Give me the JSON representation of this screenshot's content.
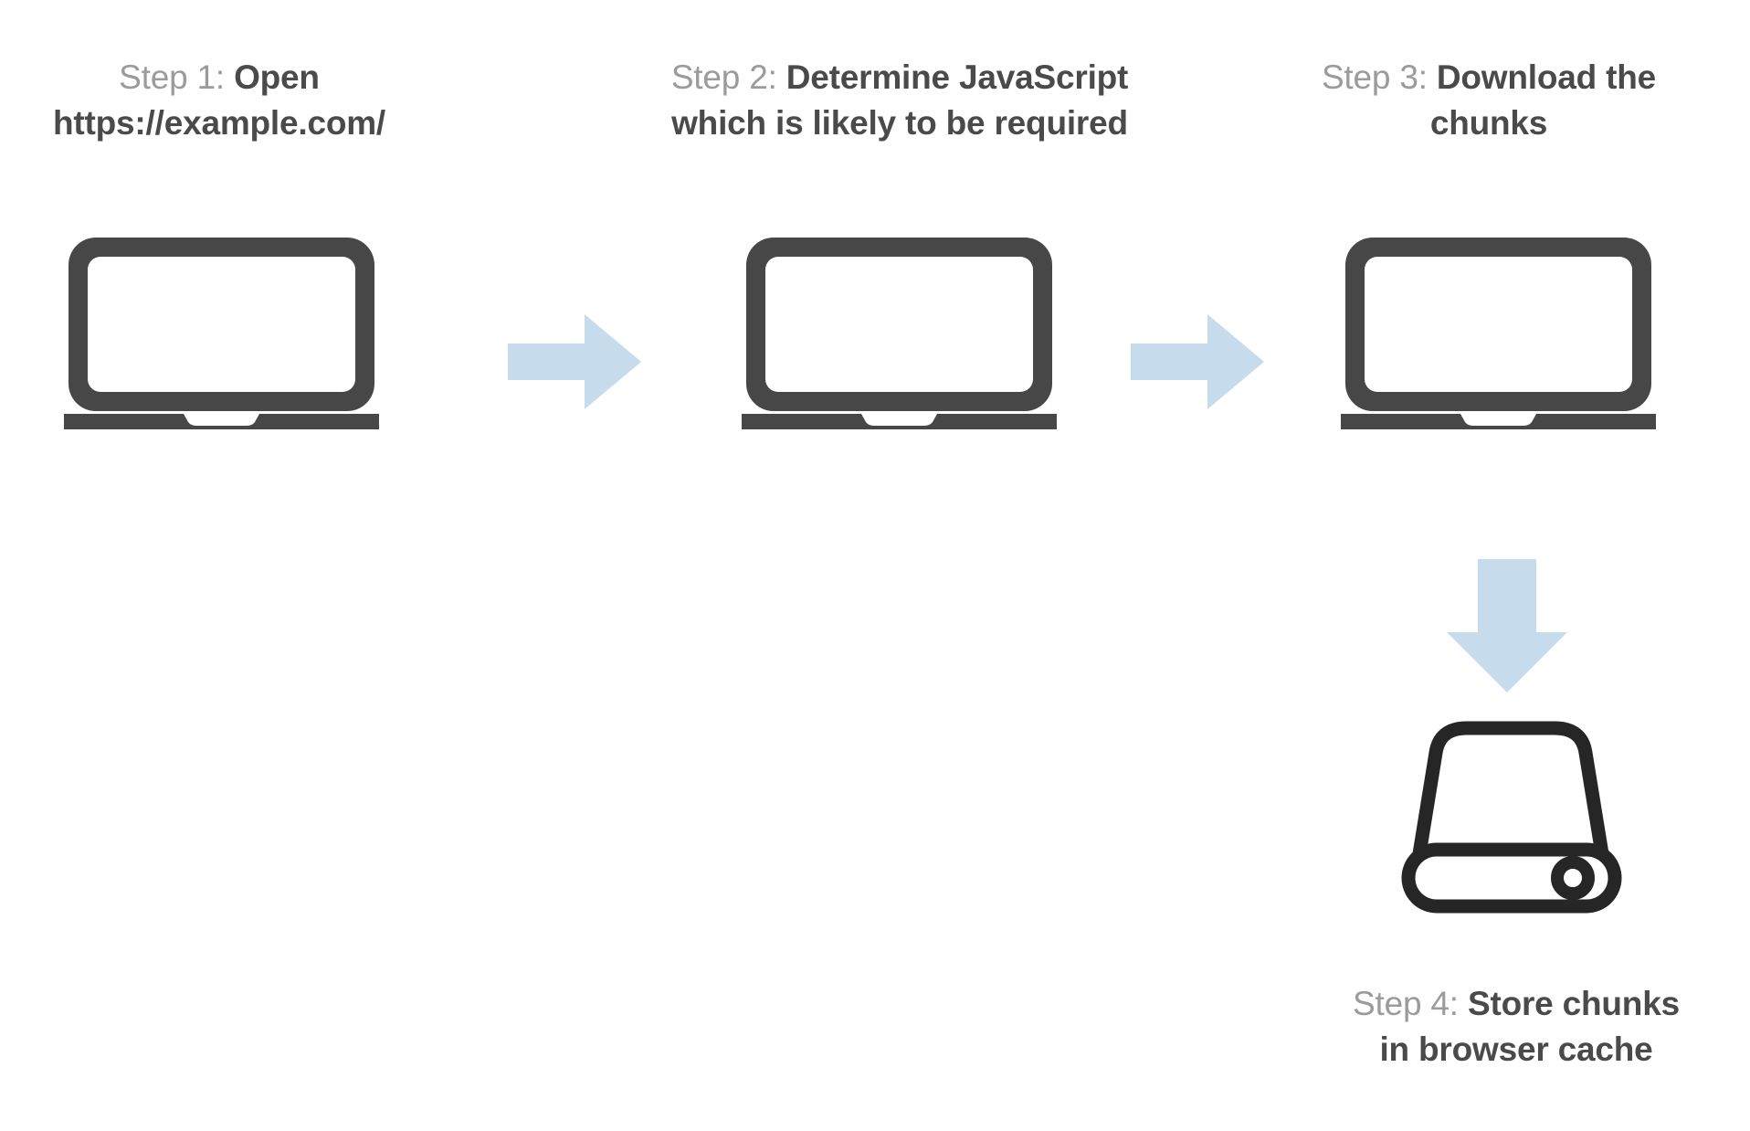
{
  "diagram": {
    "title_implied": "Browser chunk caching flow",
    "background_color": "#ffffff",
    "colors": {
      "step_label_gray": "#9b9b9b",
      "step_title_dark": "#4a4a4a",
      "laptop_body": "#474747",
      "laptop_screen": "#ffffff",
      "arrow_blue": "#c6dced",
      "drive_stroke": "#262626",
      "drive_fill": "#ffffff"
    }
  },
  "steps": [
    {
      "id": "step-1",
      "label": "Step 1: ",
      "title_line1": "Open",
      "title_line2": "https://example.com/",
      "icon": "laptop-icon"
    },
    {
      "id": "step-2",
      "label": "Step 2: ",
      "title_line1": "Determine JavaScript",
      "title_line2": "which is likely to be required",
      "icon": "laptop-icon"
    },
    {
      "id": "step-3",
      "label": "Step 3: ",
      "title_line1": "Download the",
      "title_line2": "chunks",
      "icon": "laptop-icon"
    },
    {
      "id": "step-4",
      "label": "Step 4: ",
      "title_line1": "Store chunks",
      "title_line2": "in browser cache",
      "icon": "hard-drive-icon"
    }
  ],
  "connectors": [
    {
      "id": "arrow-1-2",
      "direction": "right",
      "icon": "arrow-right-icon"
    },
    {
      "id": "arrow-2-3",
      "direction": "right",
      "icon": "arrow-right-icon"
    },
    {
      "id": "arrow-3-4",
      "direction": "down",
      "icon": "arrow-down-icon"
    }
  ]
}
